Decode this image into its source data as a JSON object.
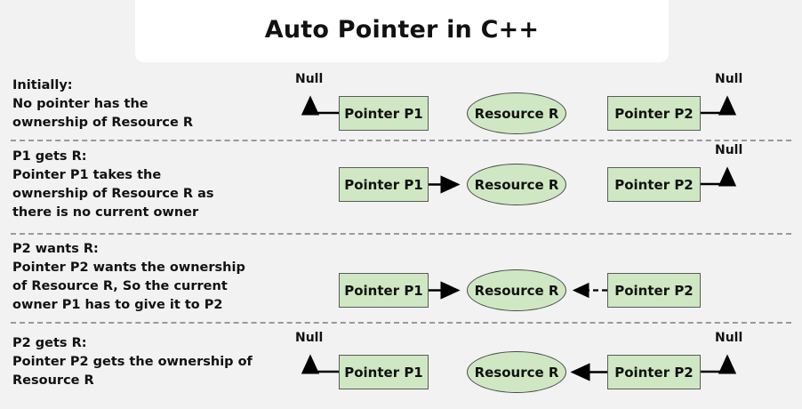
{
  "title": "Auto Pointer in C++",
  "theme": {
    "background": "#f2f2f2",
    "banner_bg": "#ffffff",
    "node_fill": "#cfe8c3",
    "node_stroke": "#5a5a5a",
    "text": "#111111",
    "separator": "#999999",
    "arrow": "#000000"
  },
  "labels": {
    "pointer_p1": "Pointer P1",
    "pointer_p2": "Pointer P2",
    "resource_r": "Resource R",
    "null": "Null"
  },
  "rows": [
    {
      "id": "initially",
      "description": "Initially:\nNo pointer has the\nownership of Resource R",
      "p1_label": "Pointer P1",
      "p2_label": "Pointer P2",
      "resource_label": "Resource R",
      "p1_null_label": "Null",
      "p2_null_label": "Null",
      "p1_state": "null",
      "p2_state": "null",
      "p1_to_resource": "none",
      "p2_to_resource": "none"
    },
    {
      "id": "p1-gets-r",
      "description": "P1 gets R:\nPointer P1 takes the\nownership of Resource R as\nthere is no current owner",
      "p1_label": "Pointer P1",
      "p2_label": "Pointer P2",
      "resource_label": "Resource R",
      "p2_null_label": "Null",
      "p1_state": "owns",
      "p2_state": "null",
      "p1_to_resource": "solid",
      "p2_to_resource": "none"
    },
    {
      "id": "p2-wants-r",
      "description": "P2 wants R:\nPointer P2 wants the ownership\nof Resource R, So the current\nowner P1 has to give it to P2",
      "p1_label": "Pointer P1",
      "p2_label": "Pointer P2",
      "resource_label": "Resource R",
      "p1_state": "owns",
      "p2_state": "wants",
      "p1_to_resource": "solid",
      "p2_to_resource": "dashed"
    },
    {
      "id": "p2-gets-r",
      "description": "P2 gets R:\nPointer P2 gets the ownership of\nResource R",
      "p1_label": "Pointer P1",
      "p2_label": "Pointer P2",
      "resource_label": "Resource R",
      "p1_null_label": "Null",
      "p2_null_label": "Null",
      "p1_state": "null",
      "p2_state": "owns",
      "p1_to_resource": "none",
      "p2_to_resource": "solid"
    }
  ]
}
